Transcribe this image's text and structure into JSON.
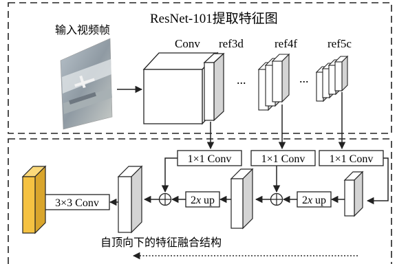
{
  "backbone": {
    "title": "ResNet-101提取特征图",
    "input_label": "输入视频帧",
    "stages": [
      "Conv",
      "ref3d",
      "ref4f",
      "ref5c"
    ],
    "ellipsis": "..."
  },
  "top_down": {
    "lateral_conv_label": "1×1 Conv",
    "upsample_prefix": "2",
    "upsample_var": "x",
    "upsample_suffix": " up",
    "smooth_conv_label": "3×3 Conv",
    "plus_symbol": "⊕",
    "caption": "自顶向下的特征融合结构"
  },
  "colors": {
    "output_map": "#f5c242",
    "feature_map_side": "#d4d4d4",
    "line": "#222222"
  }
}
